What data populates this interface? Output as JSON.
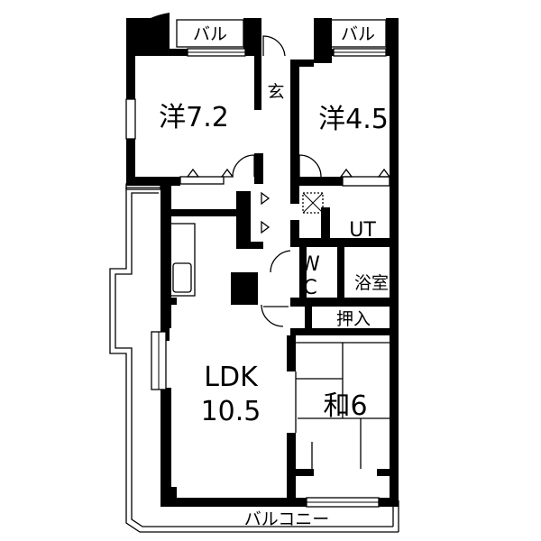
{
  "labels": {
    "balcony_north_left": "バル",
    "balcony_north_right": "バル",
    "western_room_1": "洋7.2",
    "western_room_2": "洋4.5",
    "entrance": "玄",
    "utility": "UT",
    "wc_top": "W",
    "wc_bottom": "C",
    "bath": "浴室",
    "closet": "押入",
    "ldk_name": "LDK",
    "ldk_size": "10.5",
    "japanese_room": "和6",
    "balcony_south": "バルコニー"
  }
}
